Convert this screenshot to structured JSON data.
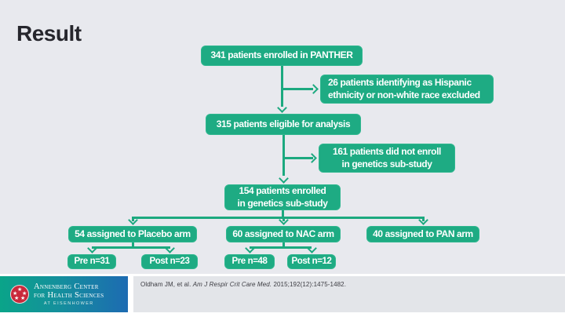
{
  "slide": {
    "title": "Result",
    "citation": {
      "prefix": "Oldham JM, et al. ",
      "journal": "Am J Respir Crit Care Med.",
      "suffix": " 2015;192(12):1475-1482."
    }
  },
  "flowchart": {
    "nodes": [
      {
        "id": "enrolled",
        "label": "341 patients enrolled in PANTHER"
      },
      {
        "id": "excluded",
        "label": "26 patients identifying as Hispanic\nethnicity or non-white race excluded"
      },
      {
        "id": "eligible",
        "label": "315 patients eligible for analysis"
      },
      {
        "id": "not-enrolled",
        "label": "161 patients did not enroll\nin genetics sub-study"
      },
      {
        "id": "genetics",
        "label": "154 patients enrolled\nin genetics sub-study"
      },
      {
        "id": "placebo-arm",
        "label": "54 assigned to Placebo arm"
      },
      {
        "id": "nac-arm",
        "label": "60 assigned to NAC arm"
      },
      {
        "id": "pan-arm",
        "label": "40 assigned to PAN arm"
      },
      {
        "id": "placebo-pre",
        "label": "Pre n=31"
      },
      {
        "id": "placebo-post",
        "label": "Post n=23"
      },
      {
        "id": "nac-pre",
        "label": "Pre n=48"
      },
      {
        "id": "nac-post",
        "label": "Post n=12"
      }
    ]
  },
  "footer": {
    "logo": {
      "line1": "Annenberg Center",
      "line2": "for Health Sciences",
      "line3": "AT EISENHOWER"
    }
  },
  "colors": {
    "box_green": "#1eab83",
    "slide_bg": "#e8e9ee",
    "footer_panel_bg": "#e3e5e9",
    "logo_teal": "#0aa489",
    "logo_blue": "#1d6bb2",
    "logo_red": "#c9293b"
  }
}
